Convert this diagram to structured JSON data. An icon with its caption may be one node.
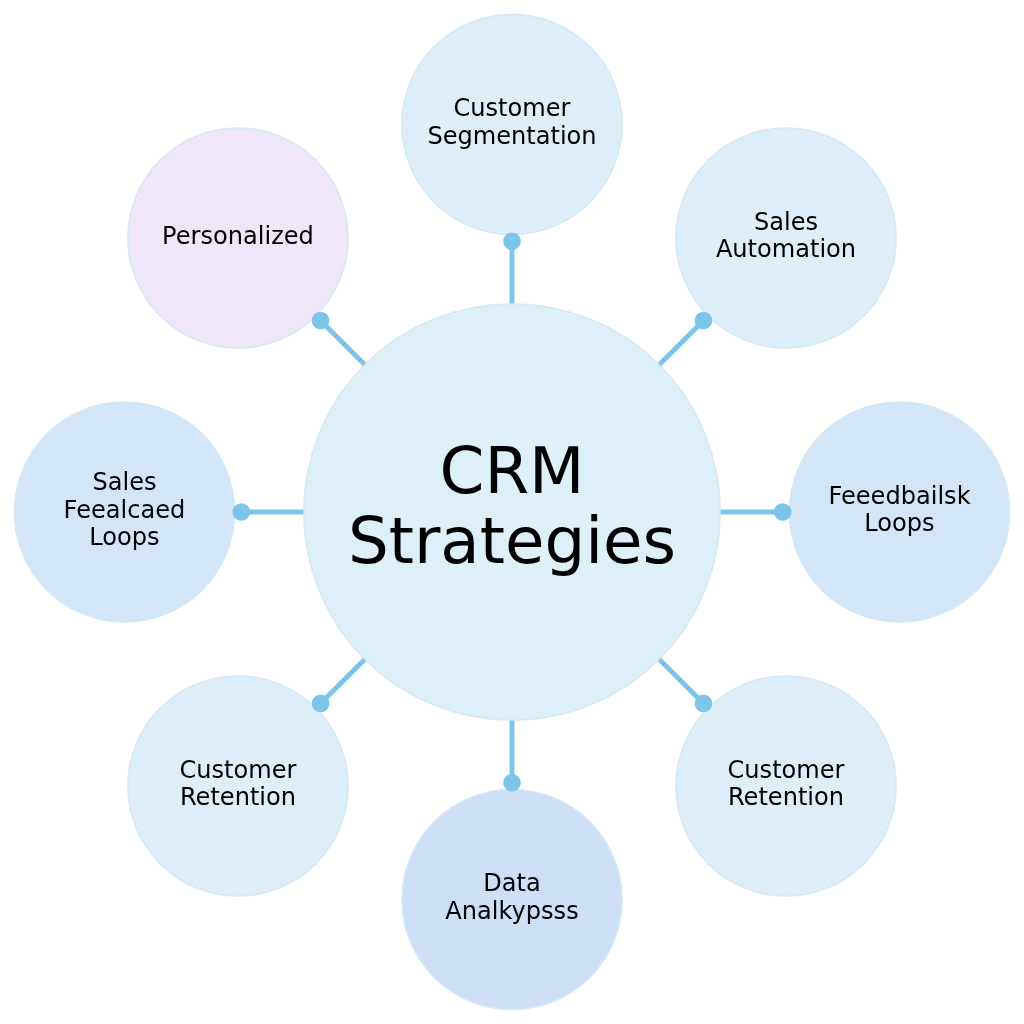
{
  "diagram": {
    "nodes": [
      {
        "text": [
          "CRM Strategies"
        ]
      },
      {
        "text": [
          "Feeedbailsk Loops"
        ]
      },
      {
        "text": [
          "Sales Automation"
        ]
      },
      {
        "text": [
          "Customer Segmentation"
        ]
      },
      {
        "text": [
          "Personalized"
        ]
      },
      {
        "text": [
          "Sales Feealcaed Loops"
        ]
      },
      {
        "text": [
          "Customer Retention"
        ]
      },
      {
        "text": [
          "Data Analkypsss"
        ]
      },
      {
        "text": [
          "Customer Retention"
        ]
      }
    ],
    "edges": [
      {
        "from": 0,
        "to": 1,
        "arrow": "other"
      },
      {
        "from": 0,
        "to": 2,
        "arrow": "other"
      },
      {
        "from": 0,
        "to": 3,
        "arrow": "other"
      },
      {
        "from": 0,
        "to": 4,
        "arrow": "other"
      },
      {
        "from": 0,
        "to": 5,
        "arrow": "other"
      },
      {
        "from": 0,
        "to": 6,
        "arrow": "other"
      },
      {
        "from": 0,
        "to": 7,
        "arrow": "other"
      },
      {
        "from": 0,
        "to": 8,
        "arrow": "other"
      }
    ]
  }
}
